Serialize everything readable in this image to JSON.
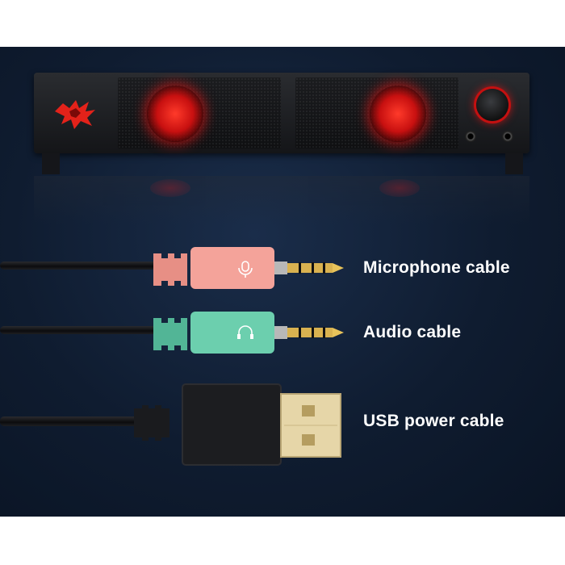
{
  "labels": {
    "microphone": "Microphone cable",
    "audio": "Audio cable",
    "usb": "USB power cable"
  },
  "colors": {
    "background": "#0f1c30",
    "mic_plug": "#f4a39a",
    "audio_plug": "#6ccfae",
    "usb_plug": "#1c1d20",
    "gold": "#d9b250",
    "speaker_glow": "#e0201a"
  },
  "icons": {
    "brand_logo": "dragon-logo-icon",
    "mic_symbol": "microphone-icon",
    "audio_symbol": "headphone-icon"
  }
}
